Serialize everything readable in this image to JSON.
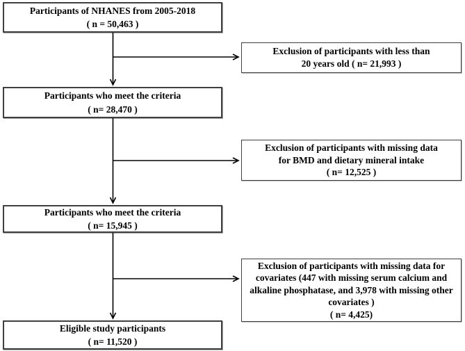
{
  "flow": {
    "main_boxes": [
      {
        "text": "Participants of NHANES from 2005-2018\n( n = 50,463 )"
      },
      {
        "text": "Participants who meet the criteria\n( n= 28,470 )"
      },
      {
        "text": "Participants who meet the criteria\n( n= 15,945 )"
      },
      {
        "text": "Eligible study participants\n( n= 11,520 )"
      }
    ],
    "exclusion_boxes": [
      {
        "text": "Exclusion of participants with less than\n20 years old ( n= 21,993 )"
      },
      {
        "text": "Exclusion of participants with missing data\nfor BMD and dietary mineral intake\n( n= 12,525 )"
      },
      {
        "text": "Exclusion of participants with missing data for\ncovariates (447 with missing serum calcium and\nalkaline phosphatase, and 3,978 with missing other\ncovariates )\n( n= 4,425)"
      }
    ],
    "colors": {
      "box_border": "#3f3f3f",
      "arrow": "#000000",
      "background": "#ffffff",
      "text": "#000000"
    }
  }
}
